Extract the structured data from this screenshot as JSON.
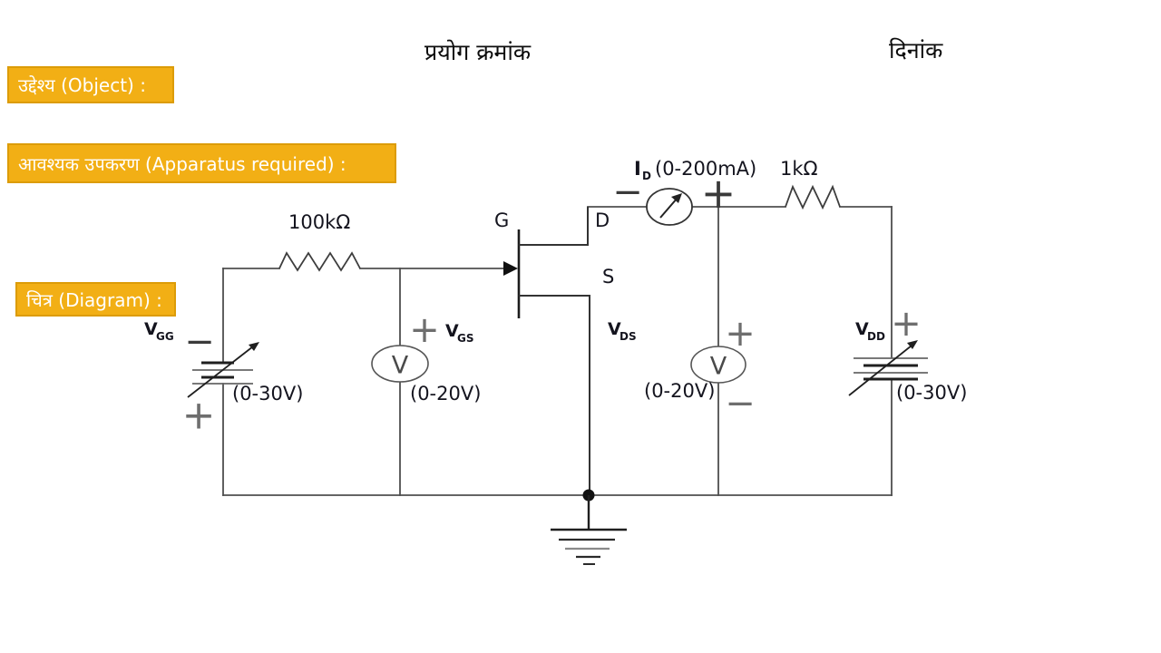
{
  "header": {
    "experiment_no": "प्रयोग क्रमांक",
    "date": "दिनांक"
  },
  "sections": {
    "object": "उद्देश्य (Object) :",
    "apparatus": "आवश्यक उपकरण (Apparatus required) :",
    "diagram": "चित्र (Diagram) :"
  },
  "colors": {
    "highlight_fill": "#F2AF15",
    "highlight_border": "#DC9C08",
    "highlight_text": "#FFFFFF",
    "wire": "#4F4F4F",
    "label_text": "#14141E"
  },
  "circuit": {
    "gate_resistor": "100kΩ",
    "drain_resistor": "1kΩ",
    "jfet": {
      "gate": "G",
      "drain": "D",
      "source": "S"
    },
    "ammeter": {
      "name": "I",
      "sub": "D",
      "range": "(0-200mA)",
      "minus": "−",
      "plus": "+"
    },
    "gate_supply": {
      "name": "V",
      "sub": "GG",
      "range": "(0-30V)",
      "minus": "−",
      "plus": "+"
    },
    "gate_voltmeter": {
      "name": "V",
      "sub": "GS",
      "range": "(0-20V)",
      "plus": "+",
      "glyph": "V"
    },
    "drain_voltmeter": {
      "name": "V",
      "sub": "DS",
      "range": "(0-20V)",
      "plus": "+",
      "minus": "−",
      "glyph": "V"
    },
    "drain_supply": {
      "name": "V",
      "sub": "DD",
      "range": "(0-30V)",
      "plus": "+"
    }
  }
}
